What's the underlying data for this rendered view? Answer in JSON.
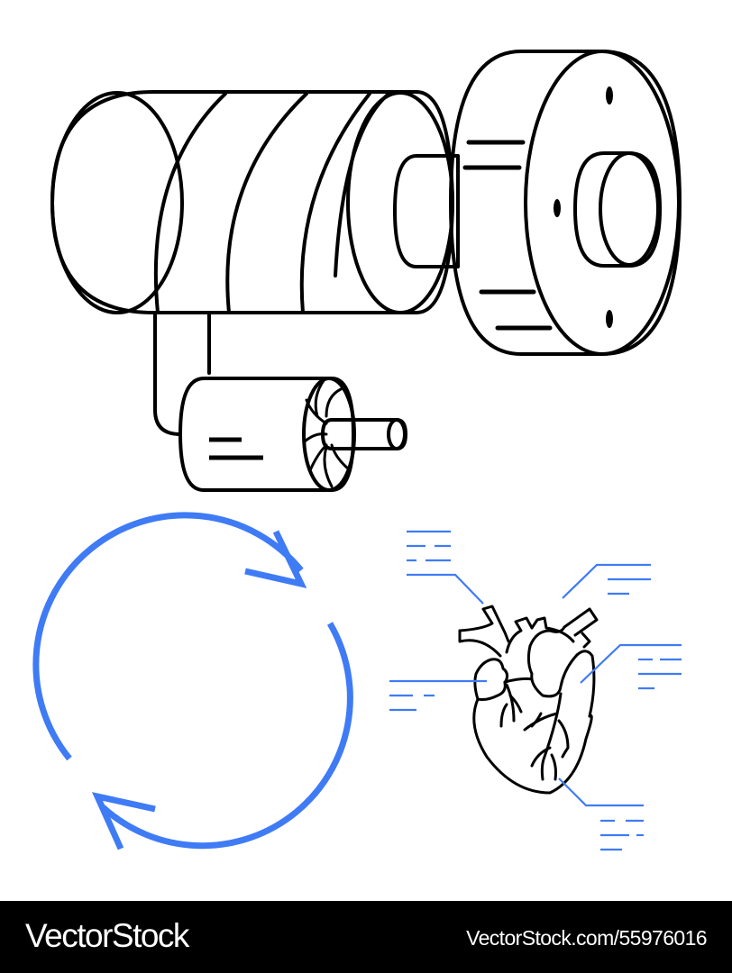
{
  "illustration": {
    "subjects": [
      "motor-assembly",
      "cycle-arrows",
      "heart-diagram"
    ],
    "colors": {
      "line": "#000000",
      "accent": "#3F7BF5",
      "background": "#FFFFFF"
    }
  },
  "footer": {
    "brand": "VectorStock",
    "reference": "VectorStock.com/55976016",
    "background": "#000000",
    "text_color": "#FFFFFF"
  }
}
